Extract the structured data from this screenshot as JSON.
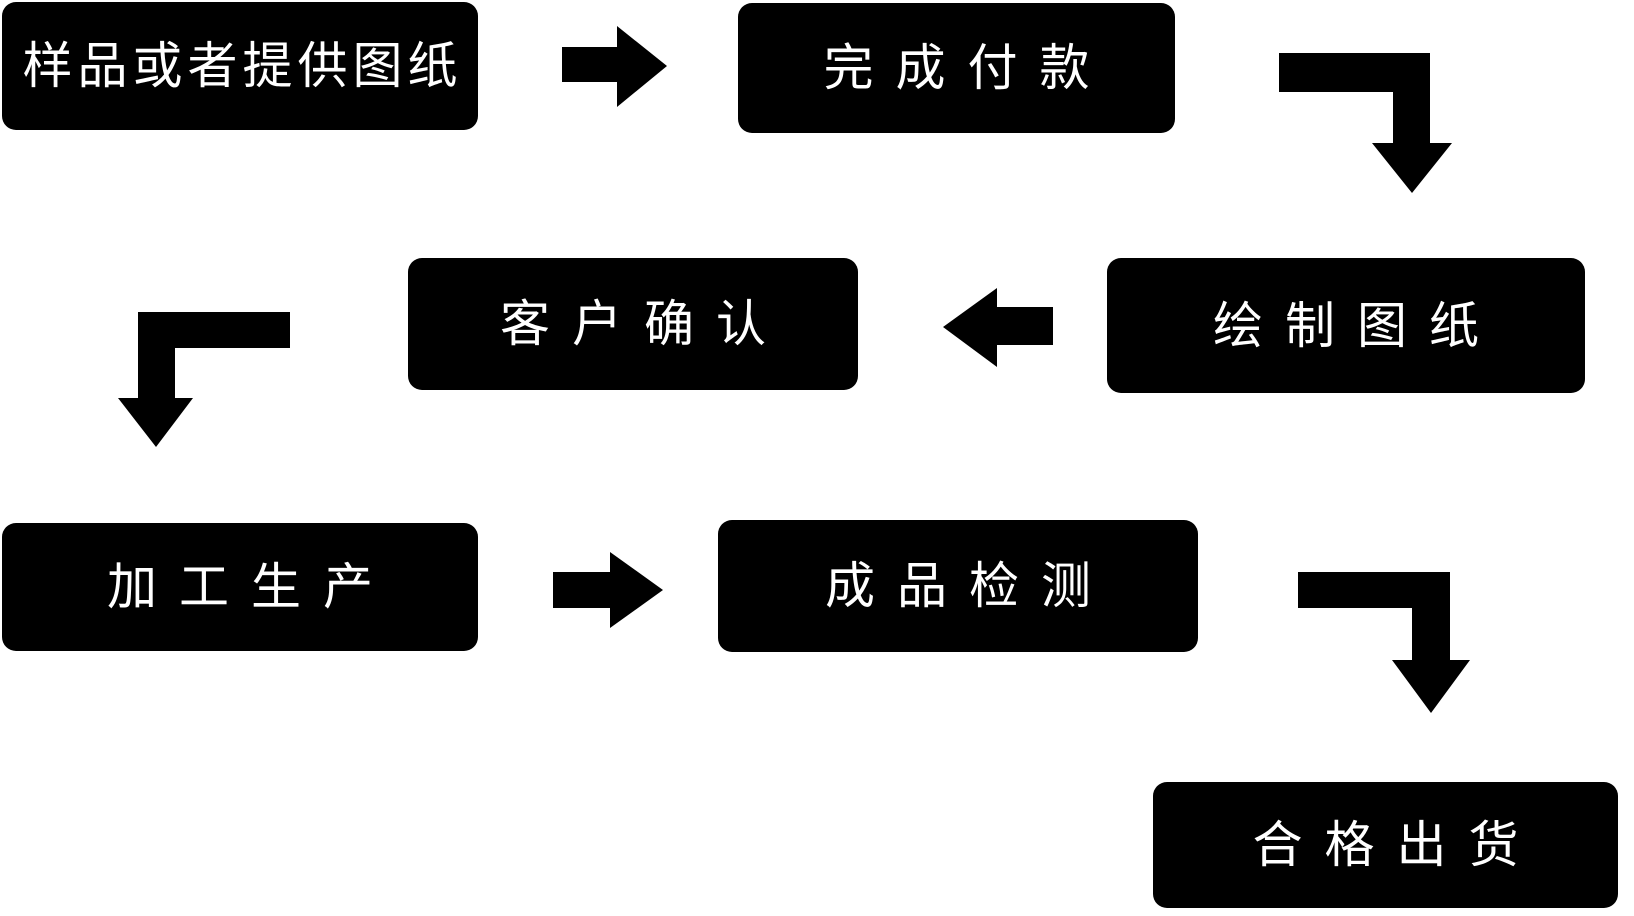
{
  "diagram": {
    "kind": "flowchart",
    "background_color": "#ffffff",
    "node_fill_color": "#000000",
    "node_text_color": "#ffffff",
    "arrow_color": "#000000",
    "nodes": [
      {
        "id": "sample-or-drawing",
        "label": "样品或者提供图纸"
      },
      {
        "id": "complete-payment",
        "label": "完成付款"
      },
      {
        "id": "customer-confirm",
        "label": "客户确认"
      },
      {
        "id": "draw-drawings",
        "label": "绘制图纸"
      },
      {
        "id": "processing-production",
        "label": "加工生产"
      },
      {
        "id": "product-inspection",
        "label": "成品检测"
      },
      {
        "id": "qualified-shipment",
        "label": "合格出货"
      }
    ],
    "edges": [
      {
        "from": "样品或者提供图纸",
        "to": "完成付款",
        "style": "straight-right"
      },
      {
        "from": "完成付款",
        "to": "绘制图纸",
        "style": "elbow-down-right"
      },
      {
        "from": "绘制图纸",
        "to": "客户确认",
        "style": "straight-left"
      },
      {
        "from": "客户确认",
        "to": "加工生产",
        "style": "elbow-down-left"
      },
      {
        "from": "加工生产",
        "to": "成品检测",
        "style": "straight-right"
      },
      {
        "from": "成品检测",
        "to": "合格出货",
        "style": "elbow-down-right"
      }
    ]
  }
}
